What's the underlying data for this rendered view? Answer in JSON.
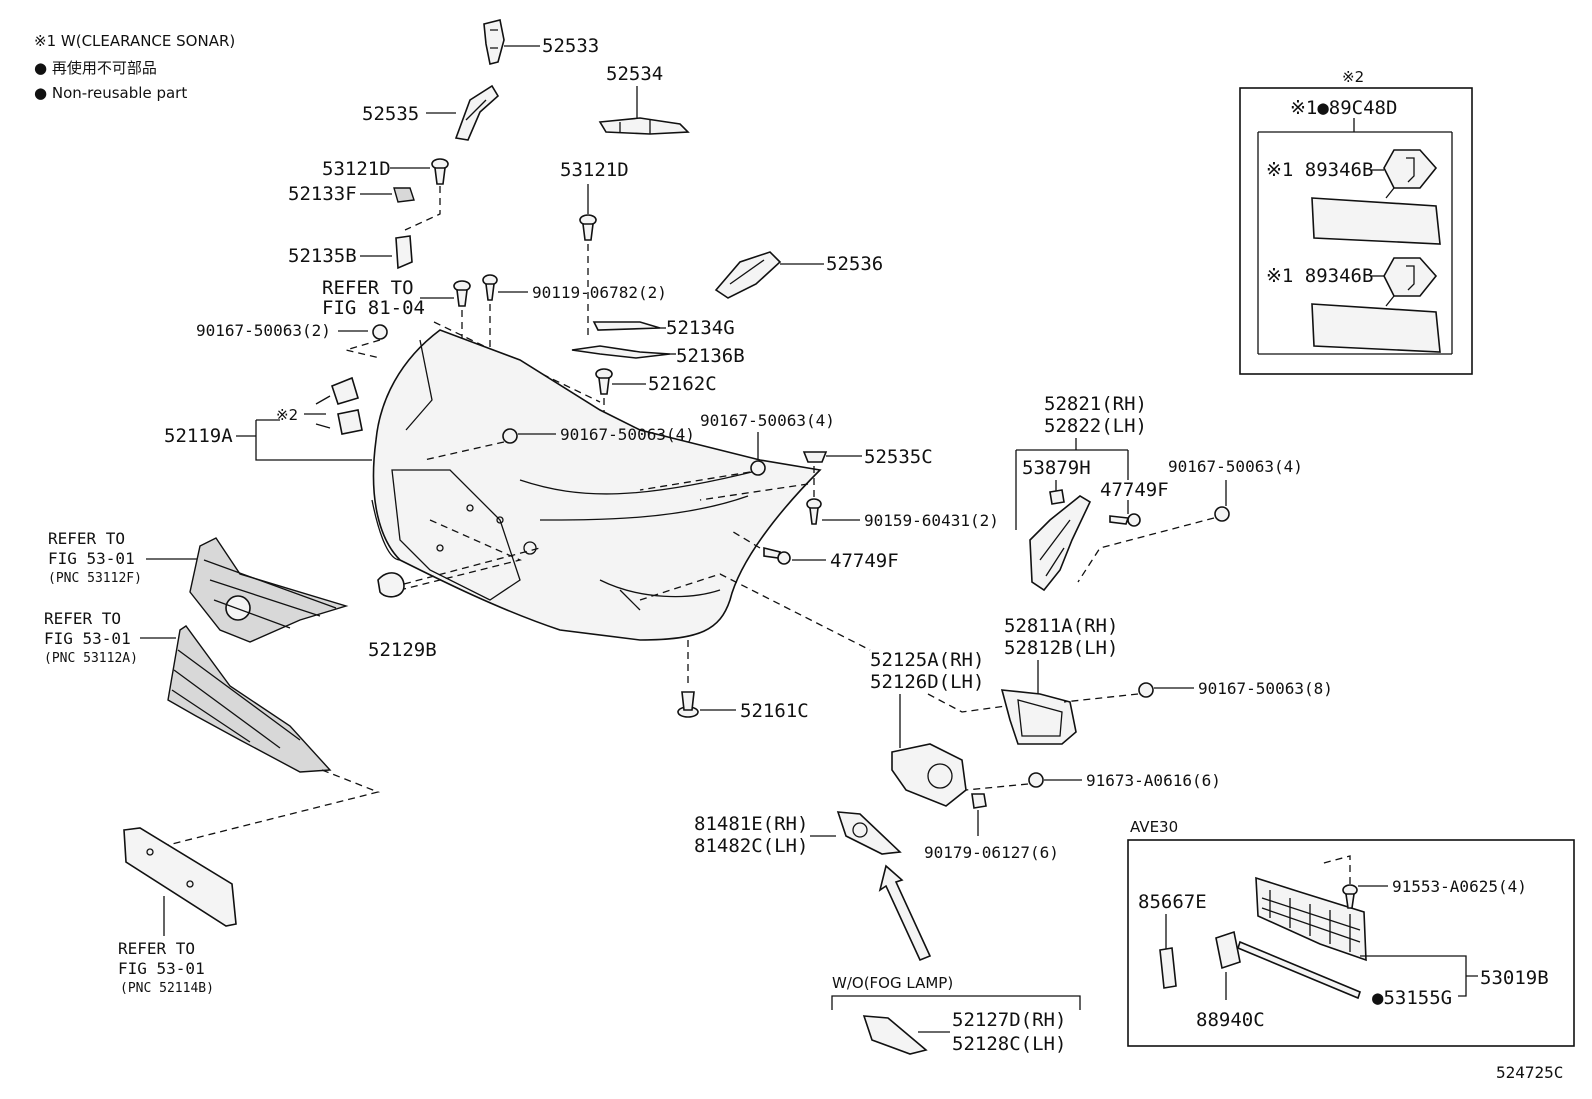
{
  "notes": {
    "note1": "※1 W(CLEARANCE SONAR)",
    "note2": "● 再使用不可部品",
    "note3": "● Non-reusable part"
  },
  "inset_top": {
    "marker": "※2",
    "kit": "※1●89C48D",
    "sensor_a": "※1 89346B",
    "sensor_b": "※1 89346B"
  },
  "inset_bottom": {
    "title": "AVE30",
    "labels": [
      "85667E",
      "88940C",
      "91553-A0625(4)",
      "53019B",
      "●53155G"
    ]
  },
  "fog_box": {
    "title": "W/O(FOG LAMP)",
    "rh": "52127D(RH)",
    "lh": "52128C(LH)"
  },
  "labels": {
    "p52533": "52533",
    "p52534": "52534",
    "p52535": "52535",
    "p53121d_a": "53121D",
    "p52133f": "52133F",
    "p53121d_b": "53121D",
    "p52135b": "52135B",
    "p52536": "52536",
    "refer_81_1": "REFER TO",
    "refer_81_2": "FIG 81-04",
    "p90119": "90119-06782(2)",
    "p90167_2": "90167-50063(2)",
    "p52134g": "52134G",
    "p52136b": "52136B",
    "p52162c": "52162C",
    "p52119a": "52119A",
    "mark2": "※2",
    "p90167_4a": "90167-50063(4)",
    "p90167_4b": "90167-50063(4)",
    "p52535c": "52535C",
    "p90159": "90159-60431(2)",
    "p47749f_a": "47749F",
    "p52821": "52821(RH)",
    "p52822": "52822(LH)",
    "p53879h": "53879H",
    "p47749f_b": "47749F",
    "p90167_4c": "90167-50063(4)",
    "refer_53a_1": "REFER TO",
    "refer_53a_2": "FIG 53-01",
    "refer_53a_3": "(PNC 53112F)",
    "refer_53b_1": "REFER TO",
    "refer_53b_2": "FIG 53-01",
    "refer_53b_3": "(PNC 53112A)",
    "p52129b": "52129B",
    "p52811a": "52811A(RH)",
    "p52812b": "52812B(LH)",
    "p52125a": "52125A(RH)",
    "p52126d": "52126D(LH)",
    "p90167_8": "90167-50063(8)",
    "p52161c": "52161C",
    "p91673": "91673-A0616(6)",
    "p81481e": "81481E(RH)",
    "p81482c": "81482C(LH)",
    "p90179": "90179-06127(6)",
    "refer_53c_1": "REFER TO",
    "refer_53c_2": "FIG 53-01",
    "refer_53c_3": "(PNC 52114B)",
    "figure_id": "524725C"
  }
}
